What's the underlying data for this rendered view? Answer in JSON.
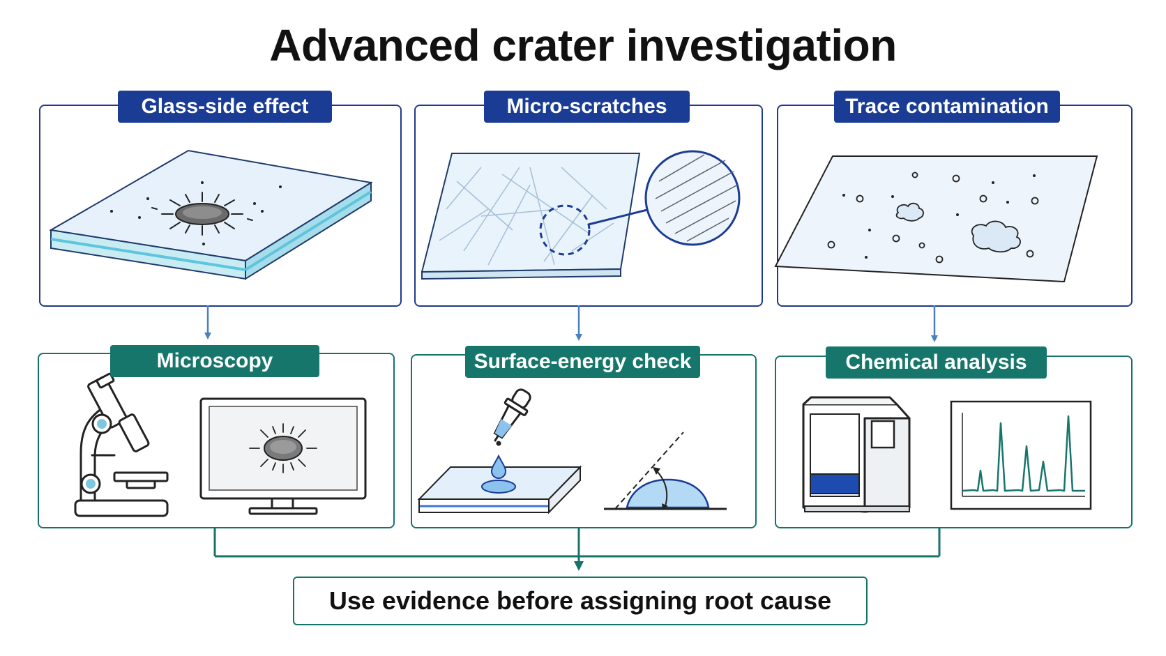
{
  "title": "Advanced crater investigation",
  "problems": [
    {
      "label": "Glass-side effect"
    },
    {
      "label": "Micro-scratches"
    },
    {
      "label": "Trace contamination"
    }
  ],
  "methods": [
    {
      "label": "Microscopy"
    },
    {
      "label": "Surface-energy check"
    },
    {
      "label": "Chemical analysis"
    }
  ],
  "conclusion": "Use evidence before assigning root cause",
  "colors": {
    "problem_accent": "#1a3c94",
    "method_accent": "#17766c",
    "arrow_blue": "#4a7fc0",
    "glass_fill": "#e3f0fb",
    "glass_edge": "#7fd0e6",
    "liquid": "#8cc3ee",
    "spectrum": "#17766c",
    "instrument_panel": "#1e4bb0"
  },
  "icons": [
    "glass-plate-crater-icon",
    "scratched-glass-icon",
    "magnifier-circle-icon",
    "contaminated-glass-icon",
    "microscope-icon",
    "monitor-crater-icon",
    "dropper-icon",
    "contact-angle-icon",
    "analyzer-instrument-icon",
    "spectrum-chart-icon"
  ]
}
